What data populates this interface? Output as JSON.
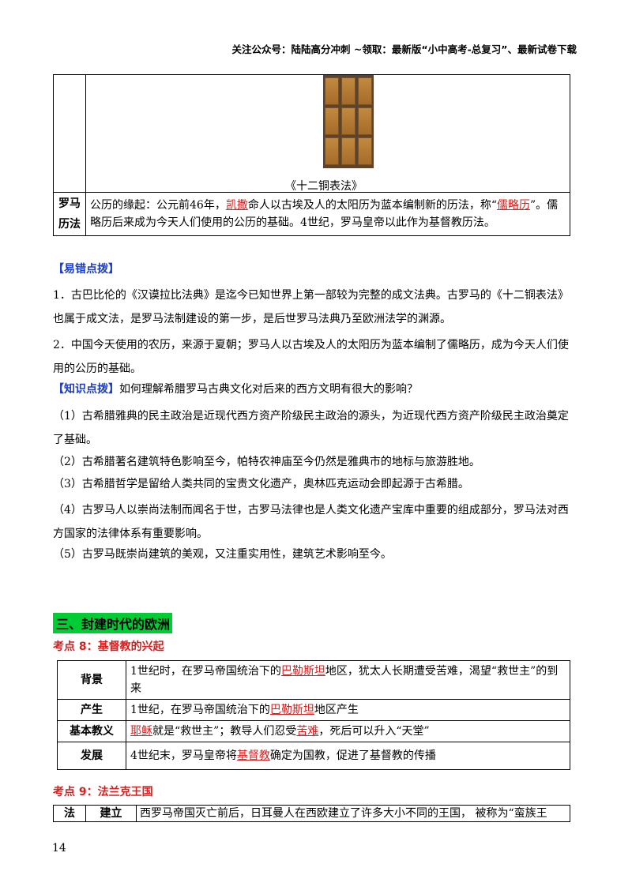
{
  "header": "关注公众号：陆陆高分冲刺  ~领取：最新版“小中高考-总复习”、最新试卷下载",
  "table1": {
    "caption": "《十二铜表法》",
    "row_label": "罗马历法",
    "row_text_a": "公历的缘起：公元前46年，",
    "row_link_a": "凯撒",
    "row_text_b": "命人以古埃及人的太阳历为蓝本编制新的历法，称“",
    "row_link_b": "儒略历",
    "row_text_c": "”。儒略历后来成为今天人们使用的公历的基础。4世纪，罗马皇帝以此作为基督教历法。"
  },
  "yicuo": {
    "title": "【易错点拨】",
    "p1": "1．古巴比伦的《汉谟拉比法典》是迄今已知世界上第一部较为完整的成文法典。古罗马的《十二铜表法》也属于成文法，是罗马法制建设的第一步，是后世罗马法典乃至欧洲法学的渊源。",
    "p2": "2．中国今天使用的农历，来源于夏朝；罗马人以古埃及人的太阳历为蓝本编制了儒略历，成为今天人们使用的公历的基础。"
  },
  "zhishi": {
    "title": "【知识点拨】",
    "question": "如何理解希腊罗马古典文化对后来的西方文明有很大的影响？",
    "items": [
      "（1）古希腊雅典的民主政治是近现代西方资产阶级民主政治的源头，为近现代西方资产阶级民主政治奠定了基础。",
      "（2）古希腊著名建筑特色影响至今，帕特农神庙至今仍然是雅典市的地标与旅游胜地。",
      "（3）古希腊哲学是留给人类共同的宝贵文化遗产，奥林匹克运动会即起源于古希腊。",
      "（4）古罗马人以崇尚法制而闻名于世，古罗马法律也是人类文化遗产宝库中重要的组成部分，罗马法对西方国家的法律体系有重要影响。",
      "（5）古罗马既崇尚建筑的美观，又注重实用性，建筑艺术影响至今。"
    ]
  },
  "section3": "三、封建时代的欧洲",
  "kaodian8": {
    "title": "考点 8：基督教的兴起",
    "rows": [
      {
        "label": "背景",
        "a": "1世纪时，在罗马帝国统治下的",
        "link": "巴勒斯坦",
        "b": "地区，犹太人长期遭受苦难，渴望“救世主”的到来"
      },
      {
        "label": "产生",
        "a": "1世纪，在罗马帝国统治下的",
        "link": "巴勒斯坦",
        "b": "地区产生"
      },
      {
        "label": "基本教义",
        "link": "耶稣",
        "a": "就是“救世主”；教导人们忍受",
        "link2": "苦难",
        "b": "，死后可以升入“天堂”"
      },
      {
        "label": "发展",
        "a": "4世纪末，罗马皇帝将",
        "link": "基督教",
        "b": "确定为国教，促进了基督教的传播"
      }
    ]
  },
  "kaodian9": {
    "title": "考点 9：法兰克王国",
    "col1": "法",
    "col2": "建立",
    "col3": "西罗马帝国灭亡前后，日耳曼人在西欧建立了许多大小不同的王国，  被称为“蛮族王"
  },
  "page_number": "14"
}
